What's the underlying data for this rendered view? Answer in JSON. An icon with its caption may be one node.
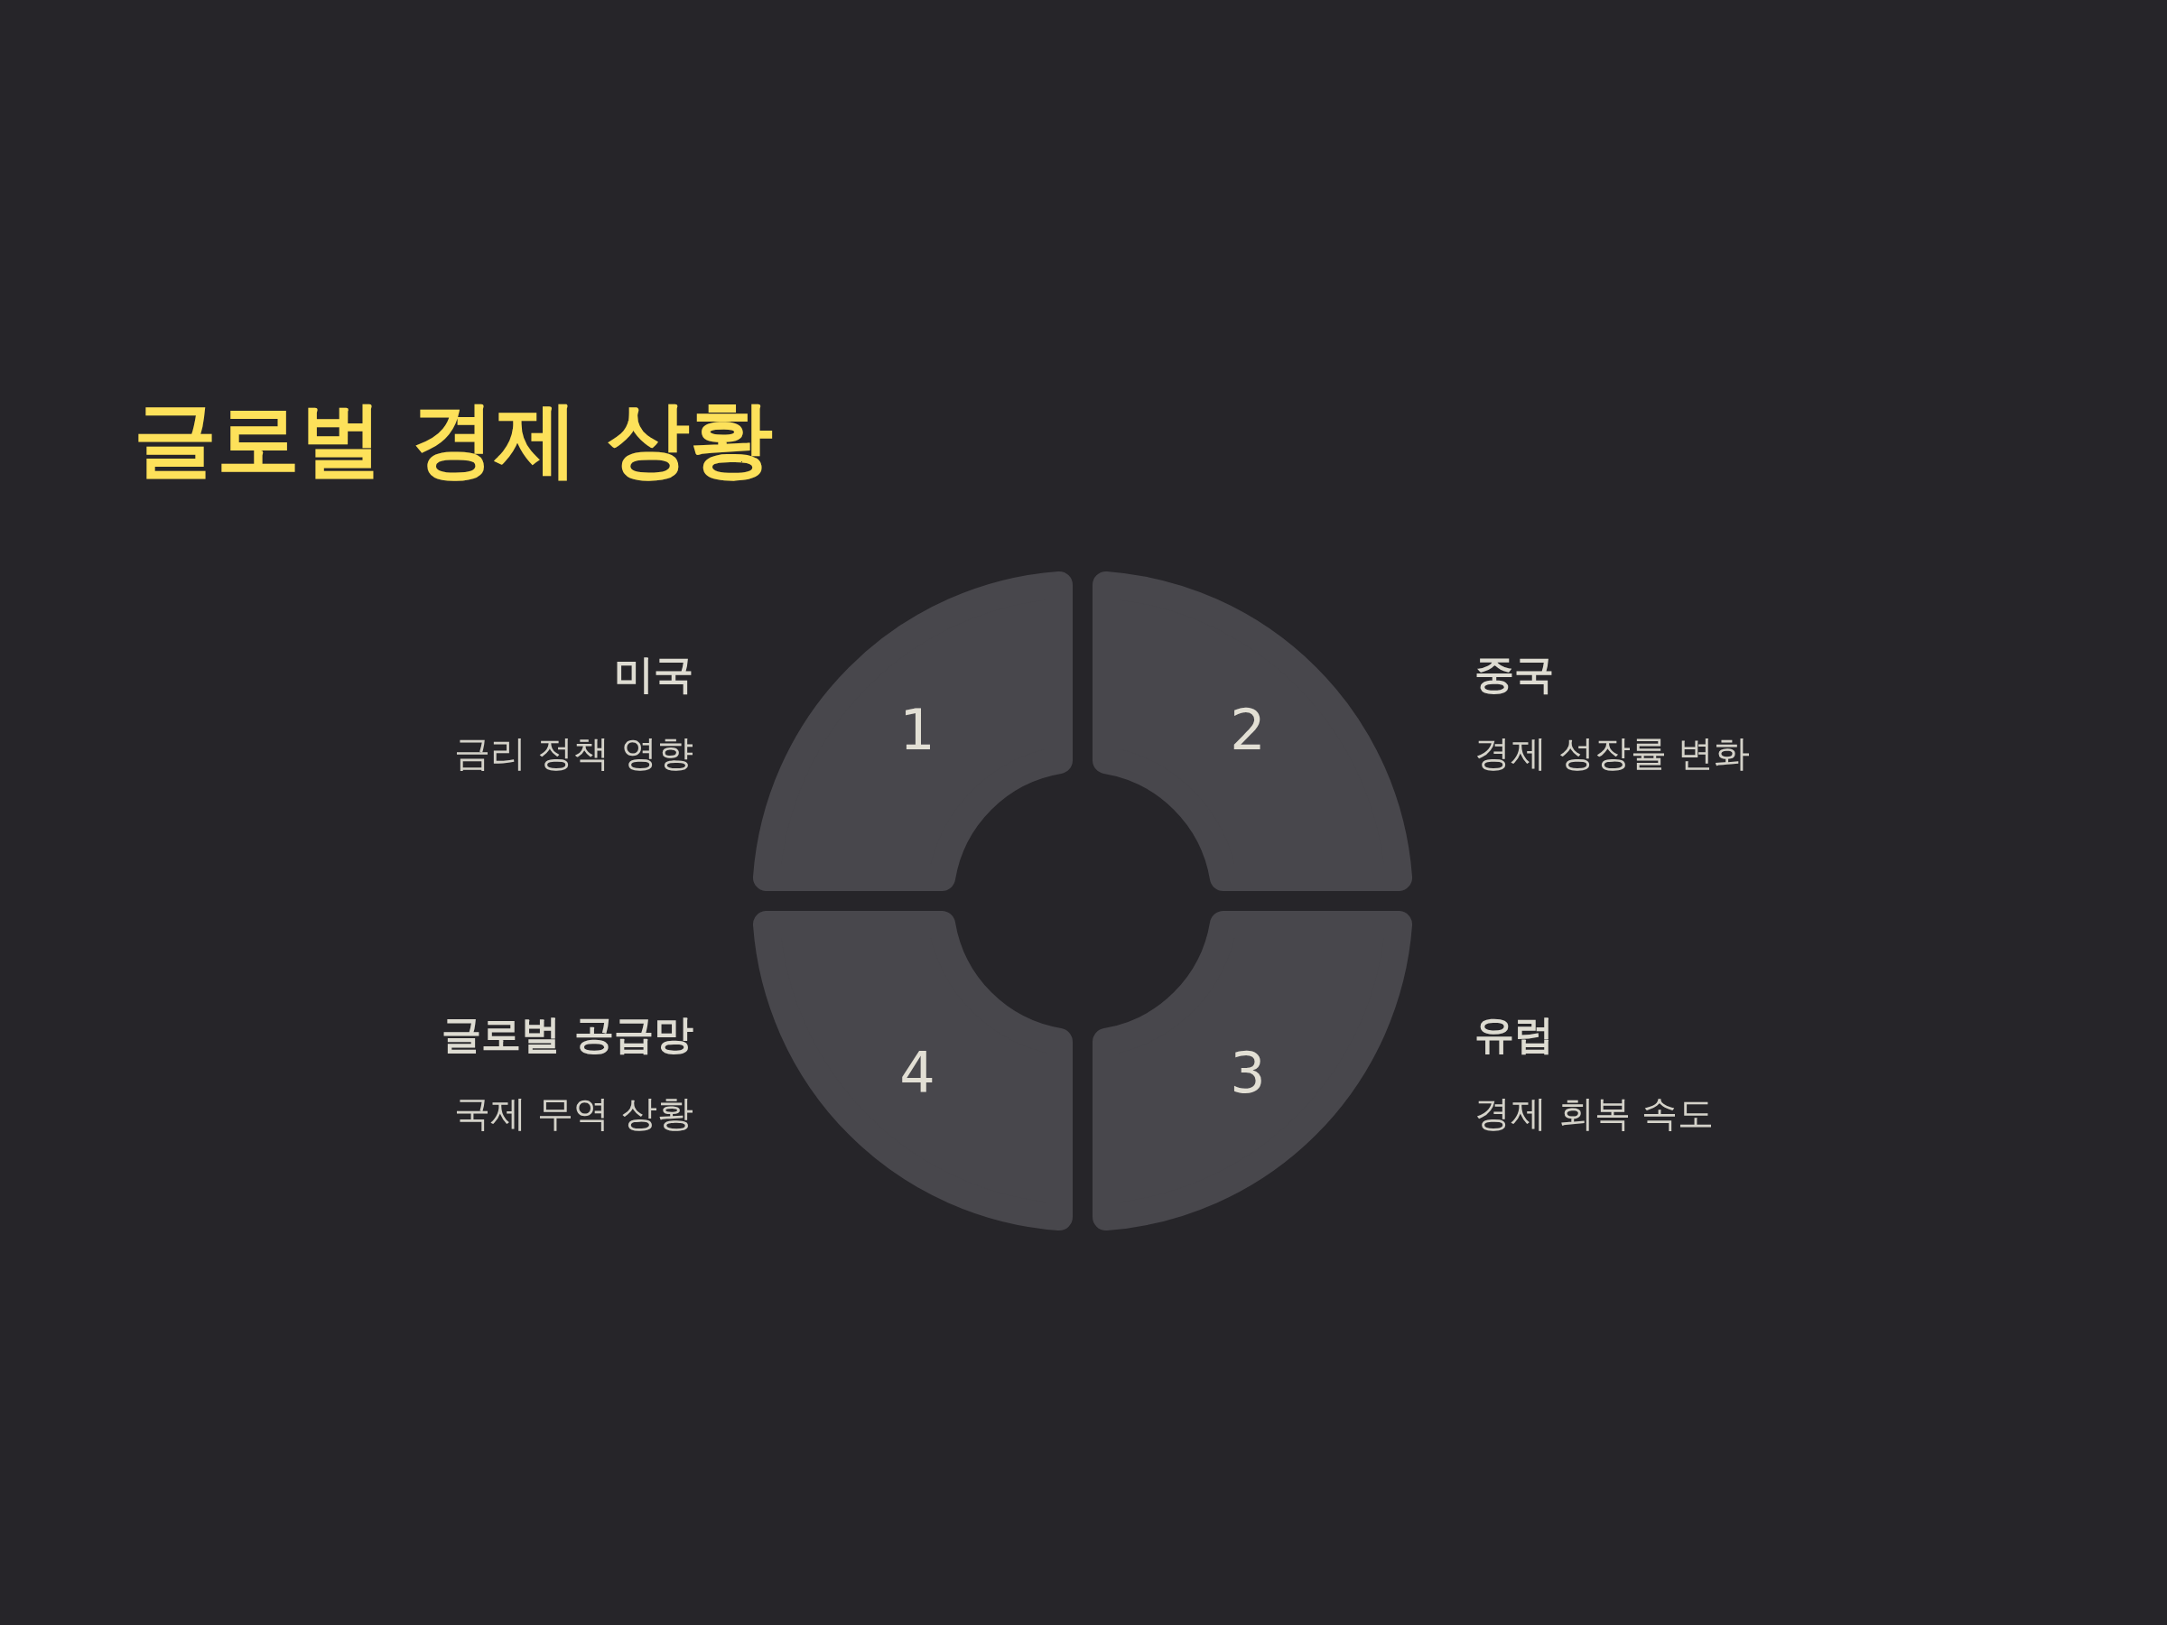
{
  "diagram": {
    "title": "글로벌 경제 상황",
    "nodes": [
      {
        "text": [
          "1"
        ],
        "beside": [
          "미국",
          "금리 정책 영향"
        ]
      },
      {
        "text": [
          "2"
        ],
        "beside": [
          "중국",
          "경제 성장률 변화"
        ]
      },
      {
        "text": [
          "3"
        ],
        "beside": [
          "유럽",
          "경제 회복 속도"
        ]
      },
      {
        "text": [
          "4"
        ],
        "beside": [
          "글로벌 공급망",
          "국제 무역 상황"
        ]
      }
    ]
  }
}
